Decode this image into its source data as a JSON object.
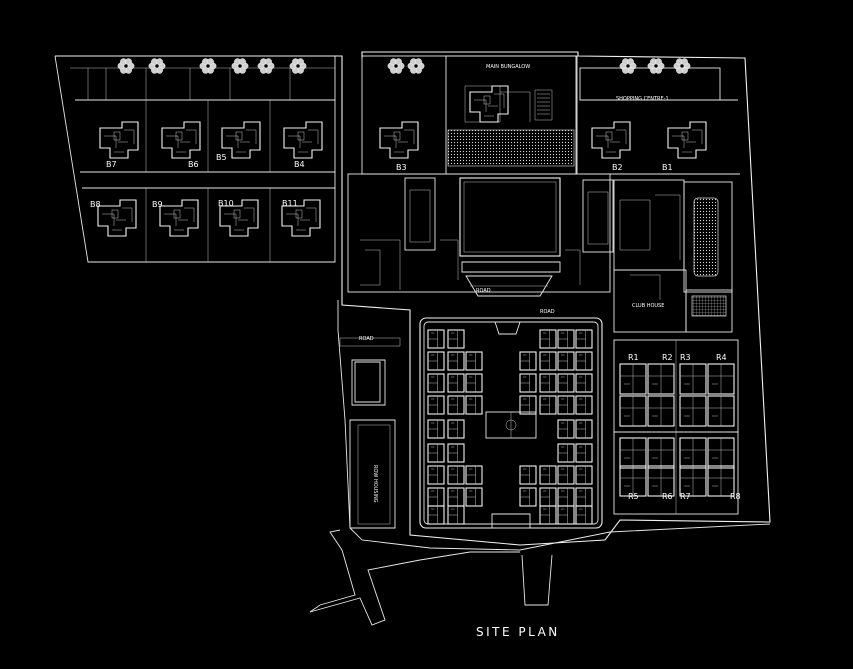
{
  "title": "SITE PLAN",
  "bungalow_labels": [
    "B7",
    "B6",
    "B5",
    "B4",
    "B8",
    "B9",
    "B10",
    "B11",
    "B3",
    "B2",
    "B1"
  ],
  "row_house_labels": [
    "R1",
    "R2",
    "R3",
    "R4",
    "R5",
    "R6",
    "R7",
    "R8"
  ],
  "facility_labels": {
    "main_bungalow": "MAIN BUNGALOW",
    "shopping_centre": "SHOPPING CENTRE-1",
    "club_house": "CLUB HOUSE",
    "road_1": "ROAD",
    "road_2": "ROAD",
    "road_3": "ROAD",
    "row_housing": "ROW HOUSING"
  },
  "colors": {
    "background": "#000000",
    "linework": "#e8e8e8",
    "text": "#ffffff"
  }
}
